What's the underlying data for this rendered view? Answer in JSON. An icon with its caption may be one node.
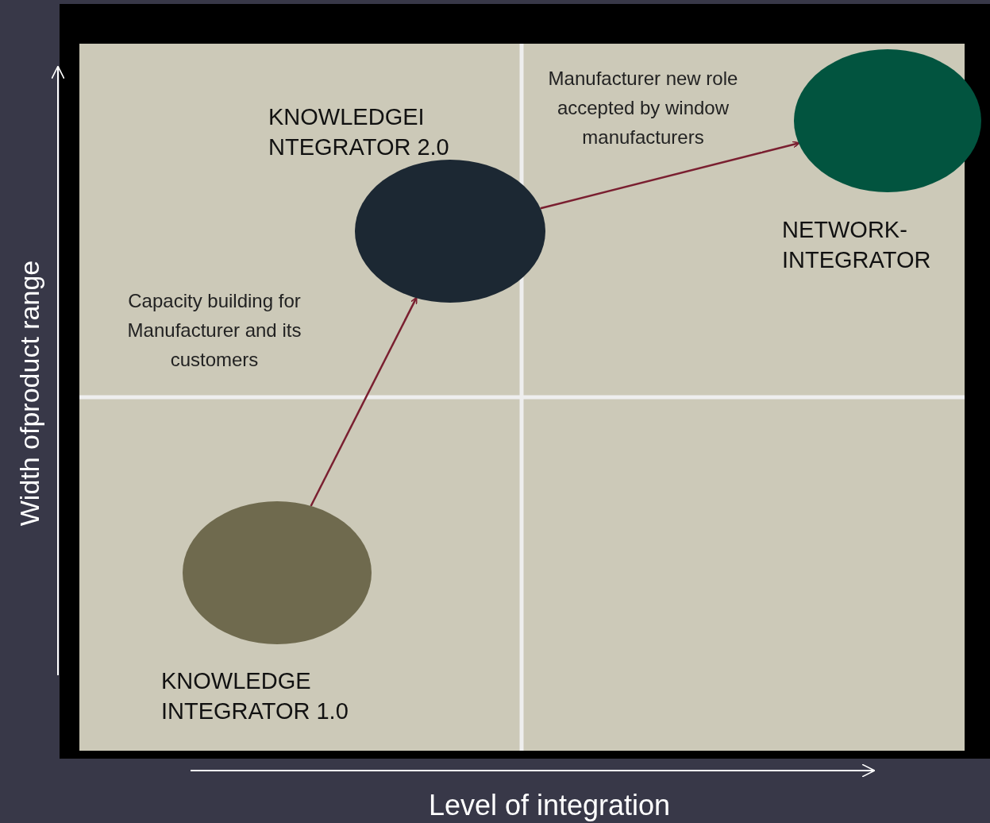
{
  "diagram": {
    "nodes": [
      {
        "text": [],
        "shape": "ellipse",
        "beside": [
          "KNOWLEDGEI NTEGRATOR 2.0"
        ]
      },
      {
        "text": [],
        "shape": "ellipse",
        "beside": [
          "NETWORK-INTEGRATOR"
        ]
      },
      {
        "text": [],
        "shape": "ellipse",
        "beside": [
          "KNOWLEDGE INTEGRATOR 1.0"
        ]
      }
    ],
    "edges": [
      {
        "from": 2,
        "to": 0,
        "arrow": "to",
        "label": "Capacity building for Manufacturer and its customers"
      },
      {
        "from": 0,
        "to": 1,
        "arrow": "to",
        "label": "Manufacturer new role accepted by window manufacturers"
      }
    ],
    "labels": [
      "Width ofproduct range",
      "Level of integration"
    ]
  }
}
